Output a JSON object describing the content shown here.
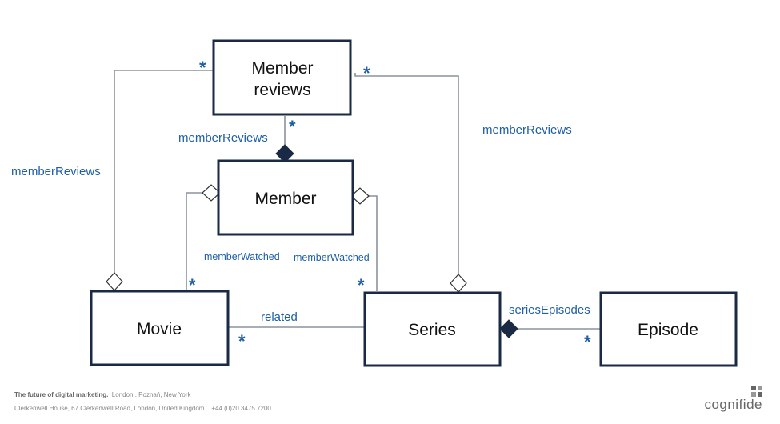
{
  "diagram": {
    "boxes": {
      "member_reviews": [
        "Member",
        "reviews"
      ],
      "member": "Member",
      "movie": "Movie",
      "series": "Series",
      "episode": "Episode"
    },
    "labels": {
      "left_member_reviews": "memberReviews",
      "top_member_reviews": "memberReviews",
      "right_member_reviews": "memberReviews",
      "movie_member_watched": "memberWatched",
      "series_member_watched": "memberWatched",
      "related": "related",
      "series_episodes": "seriesEpisodes"
    },
    "multiplicity": "*"
  },
  "footer": {
    "tagline": "The future of digital marketing.",
    "cities": "London . Poznań, New York",
    "address": "Clerkenwell House, 67 Clerkenwell Road, London, United Kingdom",
    "phone": "+44 (0)20 3475 7200",
    "brand": "cognifide"
  }
}
